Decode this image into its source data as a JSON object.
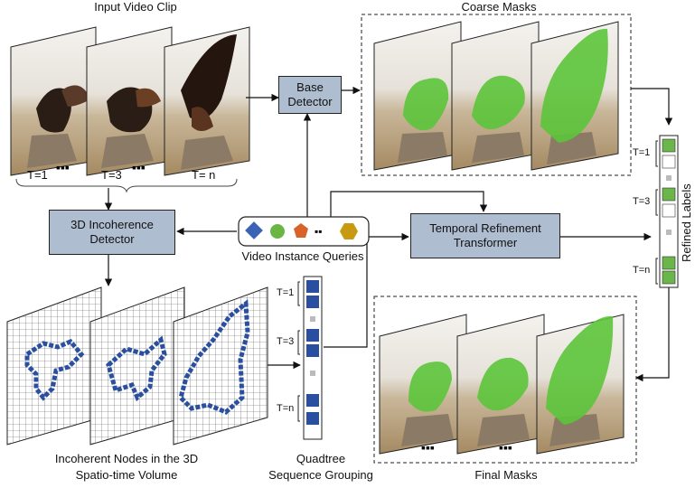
{
  "titles": {
    "input_clip": "Input Video Clip",
    "coarse_masks": "Coarse Masks",
    "final_masks": "Final Masks",
    "refined_labels": "Refined Labels"
  },
  "boxes": {
    "base_detector_l1": "Base",
    "base_detector_l2": "Detector",
    "incoherence_l1": "3D Incoherence",
    "incoherence_l2": "Detector",
    "trt_l1": "Temporal Refinement",
    "trt_l2": "Transformer"
  },
  "queries_label": "Video Instance Queries",
  "input_frames": {
    "t1": "T=1",
    "t3": "T=3",
    "tn": "T= n",
    "dots": "▪▪▪"
  },
  "sequence_ticks": {
    "t1": "T=1",
    "t3": "T=3",
    "tn": "T=n"
  },
  "refined_ticks": {
    "t1": "T=1",
    "t3": "T=3",
    "tn": "T=n"
  },
  "volume_caption_l1": "Incoherent Nodes in the 3D",
  "volume_caption_l2": "Spatio-time Volume",
  "quadtree_l1": "Quadtree",
  "quadtree_l2": "Sequence Grouping",
  "colors": {
    "box_fill": "#aebdd0",
    "mask_green": "#5cc43a",
    "node_blue": "#2b4fa0",
    "query_blue": "#3a63b6",
    "query_green": "#6ab544",
    "query_orange": "#d9622b",
    "query_gold": "#c89a12",
    "label_green": "#6bb64a"
  }
}
